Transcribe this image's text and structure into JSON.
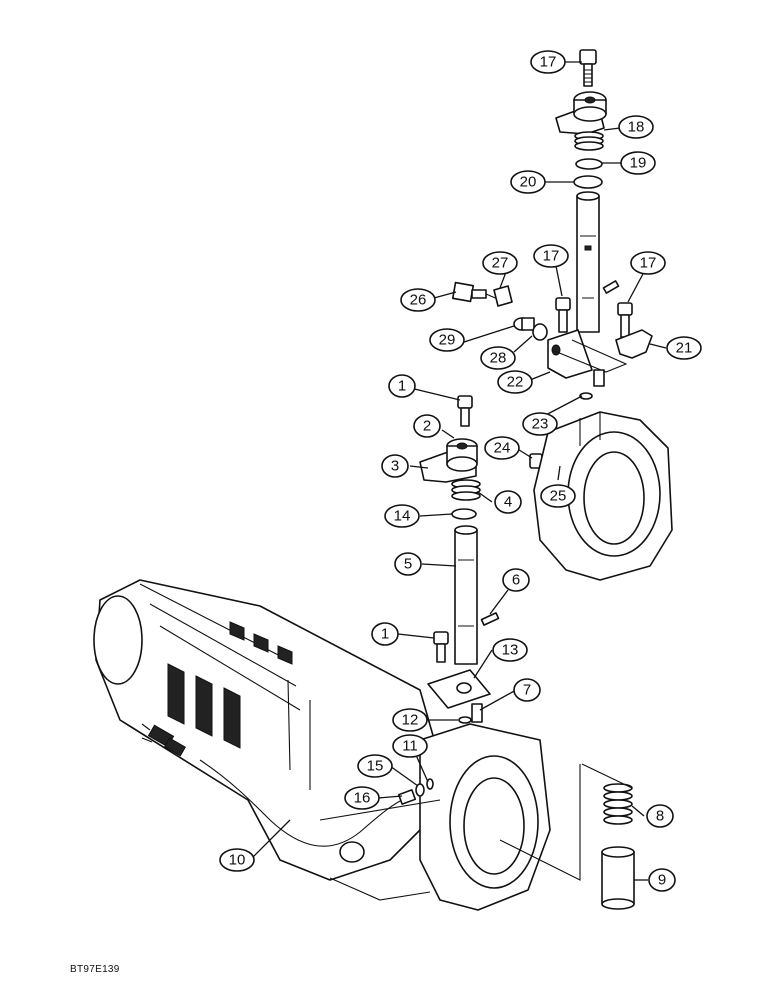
{
  "figure_id": "BT97E139",
  "callouts": [
    {
      "id": "c17a",
      "label": "17"
    },
    {
      "id": "c18",
      "label": "18"
    },
    {
      "id": "c19",
      "label": "19"
    },
    {
      "id": "c20",
      "label": "20"
    },
    {
      "id": "c27",
      "label": "27"
    },
    {
      "id": "c17b",
      "label": "17"
    },
    {
      "id": "c17c",
      "label": "17"
    },
    {
      "id": "c26",
      "label": "26"
    },
    {
      "id": "c29",
      "label": "29"
    },
    {
      "id": "c28",
      "label": "28"
    },
    {
      "id": "c21",
      "label": "21"
    },
    {
      "id": "c22",
      "label": "22"
    },
    {
      "id": "c1a",
      "label": "1"
    },
    {
      "id": "c23",
      "label": "23"
    },
    {
      "id": "c2",
      "label": "2"
    },
    {
      "id": "c24",
      "label": "24"
    },
    {
      "id": "c3",
      "label": "3"
    },
    {
      "id": "c25",
      "label": "25"
    },
    {
      "id": "c4",
      "label": "4"
    },
    {
      "id": "c14",
      "label": "14"
    },
    {
      "id": "c5",
      "label": "5"
    },
    {
      "id": "c6",
      "label": "6"
    },
    {
      "id": "c1b",
      "label": "1"
    },
    {
      "id": "c13",
      "label": "13"
    },
    {
      "id": "c7",
      "label": "7"
    },
    {
      "id": "c12",
      "label": "12"
    },
    {
      "id": "c11",
      "label": "11"
    },
    {
      "id": "c15",
      "label": "15"
    },
    {
      "id": "c16",
      "label": "16"
    },
    {
      "id": "c8",
      "label": "8"
    },
    {
      "id": "c10",
      "label": "10"
    },
    {
      "id": "c9",
      "label": "9"
    }
  ]
}
